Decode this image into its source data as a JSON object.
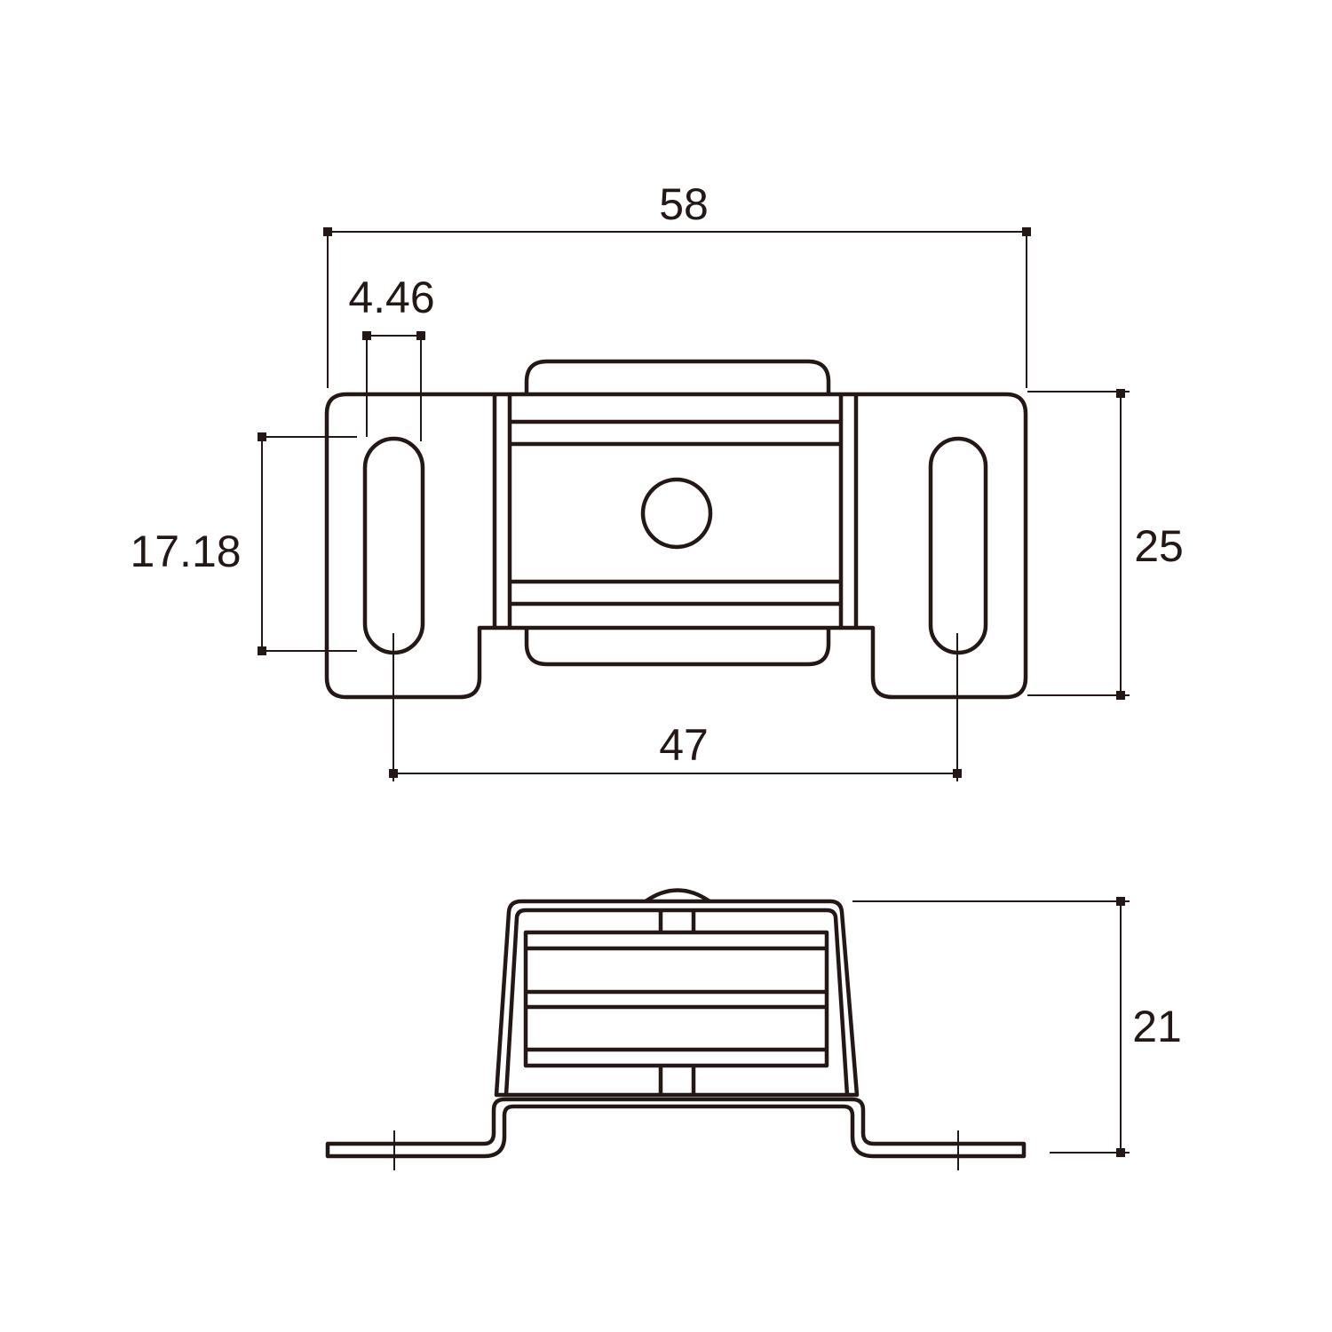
{
  "units": "mm",
  "colors": {
    "line": "#231815",
    "background": "#ffffff"
  },
  "top_view": {
    "dimensions": {
      "overall_length": "58",
      "slot_width": "4.46",
      "slot_length": "17.18",
      "overall_width": "25",
      "hole_spacing": "47"
    }
  },
  "side_view": {
    "dimensions": {
      "height": "21"
    }
  }
}
